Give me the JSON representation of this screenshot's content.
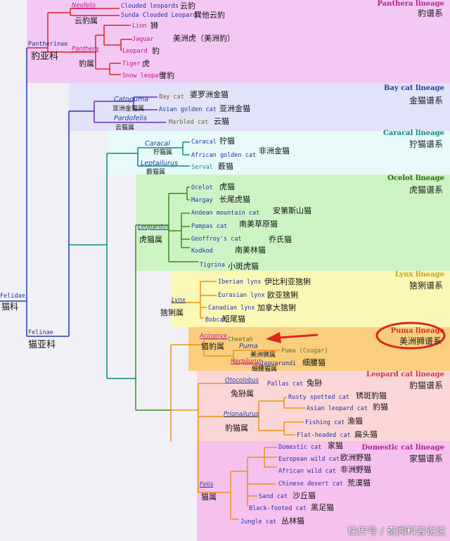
{
  "colors": {
    "panthera_bg": "#f3c9f3",
    "baycat_bg": "#e2e2f8",
    "caracal_bg": "#e6fafa",
    "ocelot_bg": "#cdf3c5",
    "lynx_bg": "#fbf7b4",
    "puma_bg": "#f9cf7e",
    "leopardcat_bg": "#fbd6d6",
    "domestic_bg": "#f7c1ee",
    "pantherinae_line": "#e02323",
    "felinae_line": "#1f3ea8",
    "purple_line": "#6a2fb0",
    "teal_line": "#0a8a7a",
    "green_line": "#3b8a1b",
    "orange_line": "#e8941a",
    "arrow_red": "#e0241e",
    "species_blue": "#2233aa",
    "species_olive": "#6b6b2e"
  },
  "root": {
    "latin": "Felidae",
    "zh": "猫科"
  },
  "pantherinae": {
    "latin": "Pantherinae",
    "zh": "豹亚科"
  },
  "felinae": {
    "latin": "Felinae",
    "zh": "猫亚科"
  },
  "lineages": {
    "panthera": {
      "title": "Panthera lineage",
      "zh": "豹谱系"
    },
    "baycat": {
      "title": "Bay cat lineage",
      "zh": "金猫谱系"
    },
    "caracal": {
      "title": "Caracal lineage",
      "zh": "狞猫谱系"
    },
    "ocelot": {
      "title": "Ocelot lineage",
      "zh": "虎猫谱系"
    },
    "lynx": {
      "title": "Lynx lineage",
      "zh": "猞猁谱系"
    },
    "puma": {
      "title": "Puma lineage",
      "zh": "美洲狮谱系"
    },
    "leopardcat": {
      "title": "Leopard cat lineage",
      "zh": "豹猫谱系"
    },
    "domestic": {
      "title": "Domestic cat lineage",
      "zh": "家猫谱系"
    }
  },
  "genera": {
    "neofelis": {
      "latin": "Neofelis",
      "zh": "云豹属"
    },
    "panthera": {
      "latin": "Panthera",
      "zh": "豹属"
    },
    "catopuma": {
      "latin": "Catopuma",
      "zh": "亚洲金猫属"
    },
    "pardofelis": {
      "latin": "Pardofelis",
      "zh": "云猫属"
    },
    "caracal": {
      "latin": "Caracal",
      "zh": "狞猫属"
    },
    "leptailurus": {
      "latin": "Leptailurus",
      "zh": "薮猫属"
    },
    "leopardus": {
      "latin": "Leopardus",
      "zh": "虎猫属"
    },
    "lynx": {
      "latin": "Lynx",
      "zh": "猞猁属"
    },
    "acinonyx": {
      "latin": "Acinonyx",
      "zh": "猎豹属"
    },
    "puma": {
      "latin": "Puma",
      "zh": "美洲狮属"
    },
    "herpailurus": {
      "latin": "Herpilurus",
      "zh": "细腰猫属"
    },
    "otocolobus": {
      "latin": "Otocolobus",
      "zh": "兔狲属"
    },
    "prionailurus": {
      "latin": "Prionailurus",
      "zh": "豹猫属"
    },
    "felis": {
      "latin": "Felis",
      "zh": "猫属"
    }
  },
  "species": [
    {
      "id": "clouded-leopard",
      "en": "Clouded leopards",
      "zh": "云豹"
    },
    {
      "id": "sunda-clouded-leopard",
      "en": "Sunda Clouded Leopard",
      "zh": "巽他云豹"
    },
    {
      "id": "lion",
      "en": "Lion",
      "zh": "狮"
    },
    {
      "id": "jaguar",
      "en": "Jaguar",
      "zh": "美洲虎（美洲豹）"
    },
    {
      "id": "leopard",
      "en": "Leopard",
      "zh": "豹"
    },
    {
      "id": "tiger",
      "en": "Tiger",
      "zh": "虎"
    },
    {
      "id": "snow-leopard",
      "en": "Snow leopard",
      "zh": "雪豹"
    },
    {
      "id": "bay-cat",
      "en": "Bay cat",
      "zh": "婆罗洲金猫"
    },
    {
      "id": "asian-golden-cat",
      "en": "Asian golden cat",
      "zh": "亚洲金猫"
    },
    {
      "id": "marbled-cat",
      "en": "Marbled cat",
      "zh": "云猫"
    },
    {
      "id": "caracal",
      "en": "Caracal",
      "zh": "狞猫"
    },
    {
      "id": "african-golden-cat",
      "en": "African golden cat",
      "zh": "非洲金猫"
    },
    {
      "id": "serval",
      "en": "Serval",
      "zh": "薮猫"
    },
    {
      "id": "ocelot",
      "en": "Ocelot",
      "zh": "虎猫"
    },
    {
      "id": "margay",
      "en": "Margay",
      "zh": "长尾虎猫"
    },
    {
      "id": "andean-mountain-cat",
      "en": "Andean mountain cat",
      "zh": "安第斯山猫"
    },
    {
      "id": "pampas-cat",
      "en": "Pampas cat",
      "zh": "南美草原猫"
    },
    {
      "id": "geoffroys-cat",
      "en": "Geoffroy's cat",
      "zh": "乔氏猫"
    },
    {
      "id": "kodkod",
      "en": "Kodkod",
      "zh": "南美林猫"
    },
    {
      "id": "tigrina",
      "en": "Tigrina",
      "zh": "小斑虎猫"
    },
    {
      "id": "iberian-lynx",
      "en": "Iberian lynx",
      "zh": "伊比利亚猞猁"
    },
    {
      "id": "eurasian-lynx",
      "en": "Eurasian lynx",
      "zh": "欧亚猞猁"
    },
    {
      "id": "canadian-lynx",
      "en": "Canadian lynx",
      "zh": "加拿大猞猁"
    },
    {
      "id": "bobcat",
      "en": "Bobcat",
      "zh": "短尾猫"
    },
    {
      "id": "cheetah",
      "en": "Cheetah",
      "zh": ""
    },
    {
      "id": "puma",
      "en": "Puma (Cougar)",
      "zh": ""
    },
    {
      "id": "jaguarundi",
      "en": "Jaguarundi",
      "zh": "细腰猫"
    },
    {
      "id": "pallas-cat",
      "en": "Pallas cat",
      "zh": "兔狲"
    },
    {
      "id": "rusty-spotted-cat",
      "en": "Rusty spotted cat",
      "zh": "锈斑豹猫"
    },
    {
      "id": "asian-leopard-cat",
      "en": "Asian leopard cat",
      "zh": "豹猫"
    },
    {
      "id": "fishing-cat",
      "en": "Fishing cat",
      "zh": "渔猫"
    },
    {
      "id": "flat-headed-cat",
      "en": "Flat-headed cat",
      "zh": "扁头猫"
    },
    {
      "id": "domestic-cat",
      "en": "Domestic cat",
      "zh": "家猫"
    },
    {
      "id": "european-wild-cat",
      "en": "European wild cat",
      "zh": "欧洲野猫"
    },
    {
      "id": "african-wild-cat",
      "en": "African wild cat",
      "zh": "非洲野猫"
    },
    {
      "id": "chinese-desert-cat",
      "en": "Chinese desert cat",
      "zh": "荒漠猫"
    },
    {
      "id": "sand-cat",
      "en": "Sand cat",
      "zh": "沙丘猫"
    },
    {
      "id": "black-footed-cat",
      "en": "Black-footed cat",
      "zh": "黑足猫"
    },
    {
      "id": "jungle-cat",
      "en": "Jungle cat",
      "zh": "丛林猫"
    }
  ],
  "watermark": "快传号 / 奇闻科普说说"
}
